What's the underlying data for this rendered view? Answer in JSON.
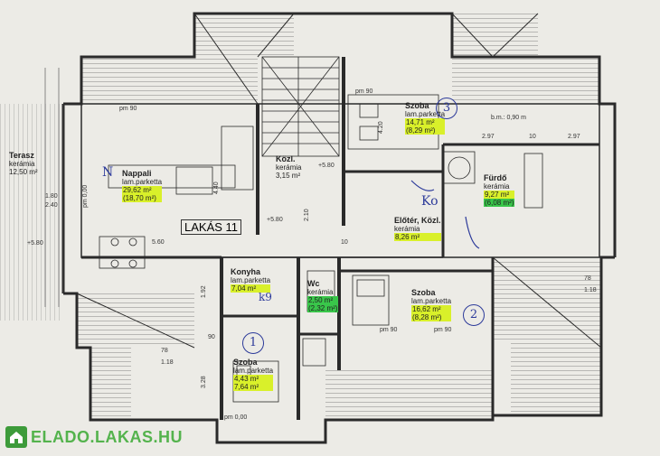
{
  "unit_title": "LAKÁS 11",
  "rooms": {
    "terasz": {
      "name": "Terasz",
      "floor": "kerámia",
      "area": "12,50 m²"
    },
    "nappali": {
      "name": "Nappali",
      "floor": "lam.parketta",
      "area": "29,62 m²",
      "area2": "(18,70 m²)"
    },
    "kozl": {
      "name": "Közl.",
      "floor": "kerámia",
      "area": "3,15 m²"
    },
    "szoba3": {
      "name": "Szoba",
      "floor": "lam.parketta",
      "area": "14,71 m²",
      "area2": "(8,29 m²)"
    },
    "furdo": {
      "name": "Fürdő",
      "floor": "kerámia",
      "area": "9,27 m²",
      "area2": "(6,08 m²)"
    },
    "eloter": {
      "name": "Előtér, Közl.",
      "floor": "kerámia",
      "area": "8,26 m²"
    },
    "konyha": {
      "name": "Konyha",
      "floor": "lam.parketta",
      "area": "7,04 m²"
    },
    "wc": {
      "name": "Wc",
      "floor": "kerámia",
      "area": "2,50 m²",
      "area2": "(2,32 m²)"
    },
    "szoba2": {
      "name": "Szoba",
      "floor": "lam.parketta",
      "area": "16,62 m²",
      "area2": "(8,28 m²)"
    },
    "szoba1": {
      "name": "Szoba",
      "floor": "lam.parketta",
      "area": "4,43 m²",
      "area2": "7,64 m²"
    }
  },
  "dims": {
    "d_5_60": "5.60",
    "d_4_40": "4.40",
    "d_2_97a": "2.97",
    "d_2_97b": "2.97",
    "d_4_20": "4.20",
    "d_1_80": "1.80",
    "d_2_40": "2.40",
    "d_plus_5_80a": "+5.80",
    "d_plus_5_80b": "+5.80",
    "d_plus_5_80c": "+5.80",
    "d_bm": "b.m.: 0,90 m",
    "d_pm000a": "pm 0,00",
    "d_pm000b": "pm 0,00",
    "d_pm90a": "pm 90",
    "d_pm90b": "pm 90",
    "d_pm90c": "pm 90",
    "d_pm90d": "pm 90",
    "d_10a": "10",
    "d_10b": "10",
    "d_2_10": "2.10",
    "d_1_92": "1.92",
    "d_3_28": "3.28",
    "d_1_18": "1.18",
    "d_1_18b": "1.18",
    "d_78": "78",
    "d_78b": "78",
    "d_90": "90"
  },
  "annotations": {
    "n1": "1",
    "n2": "2",
    "n3": "3",
    "n_letter": "N",
    "ko": "Ko",
    "k9": "k9"
  },
  "watermark": "ELADO.LAKAS.HU",
  "colors": {
    "paper": "#ecebe6",
    "ink": "#2a2a2a",
    "highlight_yellow": "#d9f02a",
    "highlight_green": "#39c64a",
    "pen_blue": "#2c3a9a",
    "watermark": "#54b34d"
  }
}
